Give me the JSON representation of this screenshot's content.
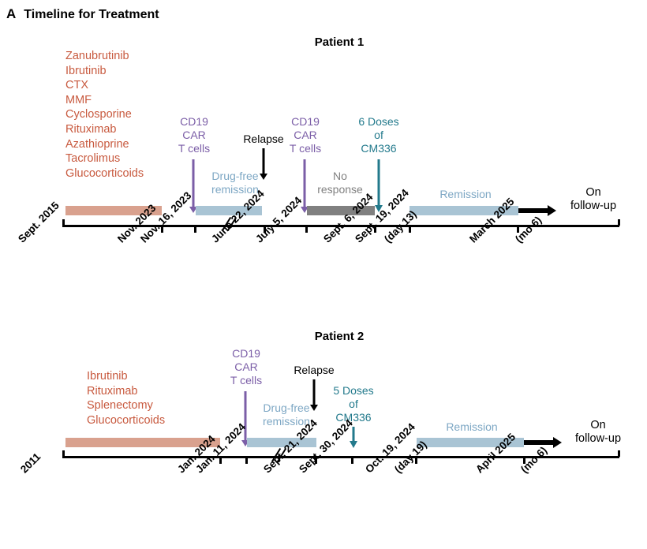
{
  "panel": {
    "letter": "A",
    "title": "Timeline for Treatment"
  },
  "colors": {
    "drug_text": "#c85a3f",
    "salmon_bar": "#d9a18e",
    "blue_bar": "#a9c4d4",
    "gray_bar": "#808080",
    "purple": "#7b5ea7",
    "teal": "#237a8c",
    "blue_text": "#7da7c4",
    "black": "#000000"
  },
  "patient1": {
    "title": "Patient 1",
    "drugs": [
      "Zanubrutinib",
      "Ibrutinib",
      "CTX",
      "MMF",
      "Cyclosporine",
      "Rituximab",
      "Azathioprine",
      "Tacrolimus",
      "Glucocorticoids"
    ],
    "annotations": {
      "car_t_1": "CD19\nCAR\nT cells",
      "car_t_1_lines": [
        "CD19",
        "CAR",
        "T cells"
      ],
      "relapse": "Relapse",
      "car_t_2_lines": [
        "CD19",
        "CAR",
        "T cells"
      ],
      "cm336_lines": [
        "6 Doses",
        "of",
        "CM336"
      ],
      "drug_free_lines": [
        "Drug-free",
        "remission"
      ],
      "no_response_lines": [
        "No",
        "response"
      ],
      "remission": "Remission",
      "follow_up_lines": [
        "On",
        "follow-up"
      ]
    },
    "dates": [
      "Sept. 2015",
      "Nov. 2023",
      "Nov. 16, 2023",
      "June 22, 2024",
      "July 5, 2024",
      "Sept. 6, 2024",
      "Sept. 19, 2024",
      "(day 13)",
      "March 2025",
      "(mo 6)"
    ]
  },
  "patient2": {
    "title": "Patient 2",
    "drugs": [
      "Ibrutinib",
      "Rituximab",
      "Splenectomy",
      "Glucocorticoids"
    ],
    "annotations": {
      "car_t_lines": [
        "CD19",
        "CAR",
        "T cells"
      ],
      "relapse": "Relapse",
      "cm336_lines": [
        "5 Doses",
        "of",
        "CM336"
      ],
      "drug_free_lines": [
        "Drug-free",
        "remission"
      ],
      "remission": "Remission",
      "follow_up_lines": [
        "On",
        "follow-up"
      ]
    },
    "dates": [
      "2011",
      "Jan. 2024",
      "Jan. 11, 2024",
      "Sept. 21, 2024",
      "Sept. 30, 2024",
      "Oct. 19, 2024",
      "(day 19)",
      "April 2025",
      "(mo 6)"
    ]
  }
}
